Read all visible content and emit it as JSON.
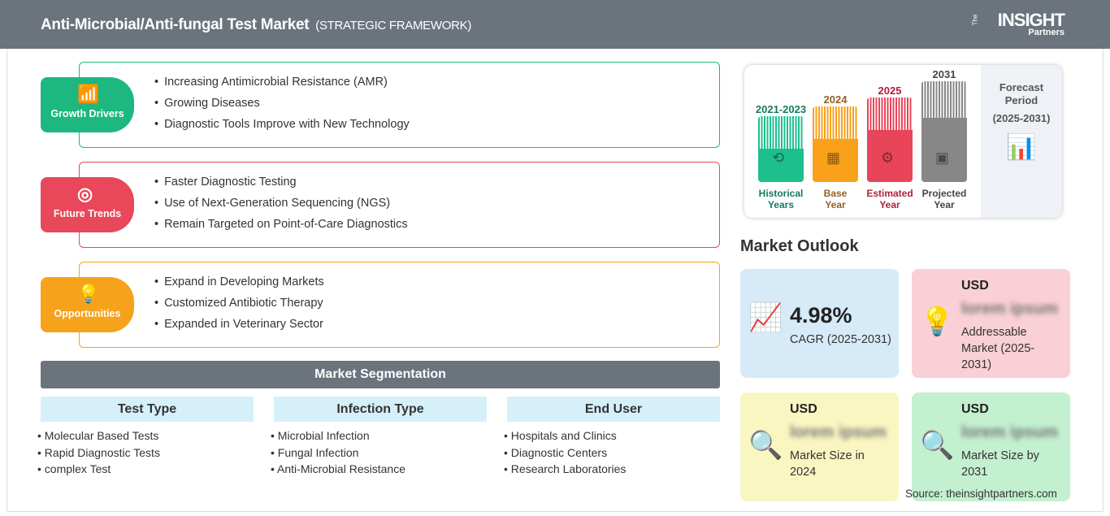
{
  "header": {
    "title": "Anti-Microbial/Anti-fungal Test Market",
    "subtitle": "(STRATEGIC FRAMEWORK)",
    "logo_text": "The INSIGHT Partners"
  },
  "sections": [
    {
      "label": "Growth Drivers",
      "icon": "growth-chart-icon",
      "color": "#1db87f",
      "items": [
        "Increasing Antimicrobial Resistance (AMR)",
        "Growing Diseases",
        "Diagnostic Tools Improve with New Technology"
      ]
    },
    {
      "label": "Future Trends",
      "icon": "target-icon",
      "color": "#e8485a",
      "items": [
        "Faster Diagnostic Testing",
        "Use of Next-Generation Sequencing (NGS)",
        "Remain Targeted on Point-of-Care Diagnostics"
      ]
    },
    {
      "label": "Opportunities",
      "icon": "lightbulb-hand-icon",
      "color": "#f6a21a",
      "items": [
        "Expand in Developing Markets",
        "Customized Antibiotic Therapy",
        "Expanded in Veterinary Sector"
      ]
    }
  ],
  "segmentation": {
    "title": "Market Segmentation",
    "columns": [
      {
        "header": "Test Type",
        "items": [
          "Molecular Based Tests",
          "Rapid Diagnostic Tests",
          "complex Test"
        ]
      },
      {
        "header": "Infection Type",
        "items": [
          "Microbial Infection",
          "Fungal Infection",
          "Anti-Microbial Resistance"
        ]
      },
      {
        "header": "End User",
        "items": [
          "Hospitals and Clinics",
          "Diagnostic Centers",
          "Research Laboratories"
        ]
      }
    ]
  },
  "timeline": {
    "periods": [
      {
        "year": "2021-2023",
        "label1": "Historical",
        "label2": "Years",
        "color": "#1dbf8c",
        "text_color": "#157a5f"
      },
      {
        "year": "2024",
        "label1": "Base",
        "label2": "Year",
        "color": "#f9a11b",
        "text_color": "#946023"
      },
      {
        "year": "2025",
        "label1": "Estimated",
        "label2": "Year",
        "color": "#e8455a",
        "text_color": "#b0203a"
      },
      {
        "year": "2031",
        "label1": "Projected",
        "label2": "Year",
        "color": "#878787",
        "text_color": "#444444"
      }
    ],
    "forecast_label1": "Forecast",
    "forecast_label2": "Period",
    "forecast_range": "(2025-2031)"
  },
  "outlook": {
    "title": "Market Outlook",
    "cagr": {
      "value": "4.98%",
      "label": "CAGR (2025-2031)"
    },
    "addressable": {
      "currency": "USD",
      "value": "lorem ipsum",
      "label": "Addressable Market (2025-2031)"
    },
    "size_2024": {
      "currency": "USD",
      "value": "lorem ipsum",
      "label": "Market Size in 2024"
    },
    "size_2031": {
      "currency": "USD",
      "value": "lorem ipsum",
      "label": "Market Size by 2031"
    }
  },
  "source": "Source: theinsightpartners.com"
}
